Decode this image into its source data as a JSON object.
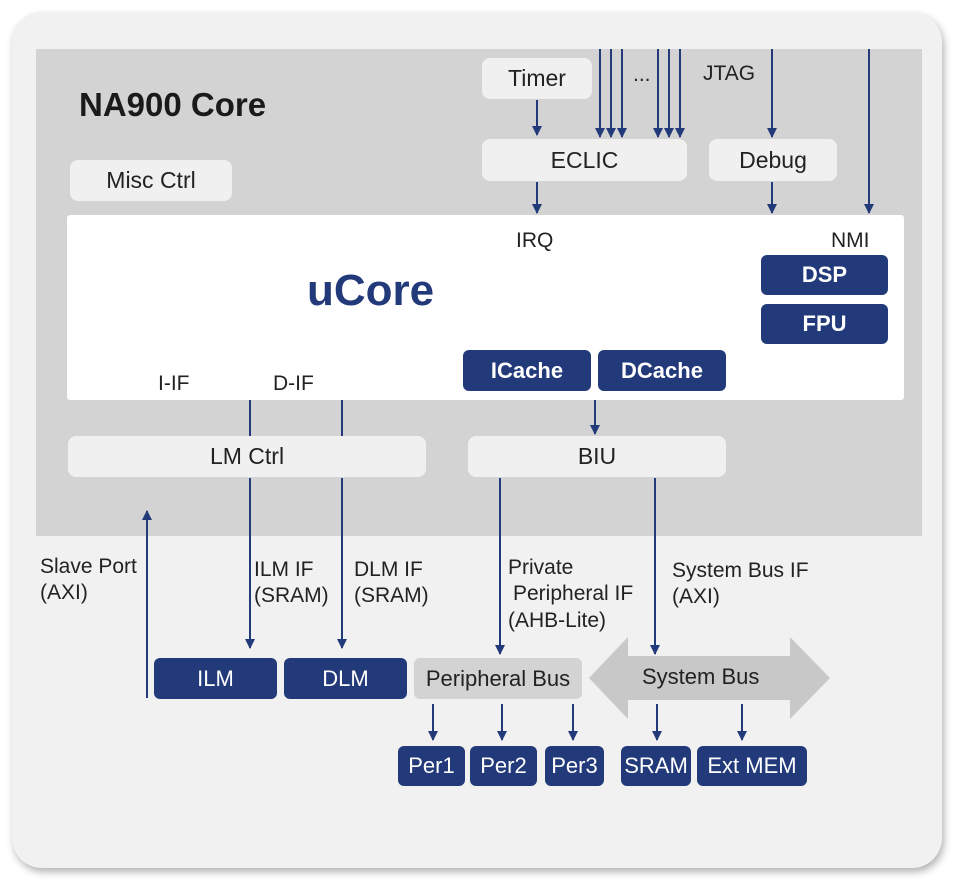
{
  "title": "NA900 Core",
  "ucore": "uCore",
  "blocks": {
    "timer": "Timer",
    "eclic": "ECLIC",
    "debug": "Debug",
    "misc_ctrl": "Misc Ctrl",
    "lm_ctrl": "LM Ctrl",
    "biu": "BIU",
    "peripheral_bus": "Peripheral Bus",
    "system_bus": "System Bus"
  },
  "units": {
    "dsp": "DSP",
    "fpu": "FPU",
    "icache": "ICache",
    "dcache": "DCache",
    "ilm": "ILM",
    "dlm": "DLM",
    "per1": "Per1",
    "per2": "Per2",
    "per3": "Per3",
    "sram": "SRAM",
    "ext_mem": "Ext MEM"
  },
  "labels": {
    "dots": "...",
    "jtag": "JTAG",
    "irq": "IRQ",
    "nmi": "NMI",
    "i_if": "I-IF",
    "d_if": "D-IF",
    "slave_port": [
      "Slave Port",
      "(AXI)"
    ],
    "ilm_if": [
      "ILM IF",
      "(SRAM)"
    ],
    "dlm_if": [
      "DLM IF",
      "(SRAM)"
    ],
    "private_periph": [
      "Private",
      "Peripheral IF",
      "(AHB-Lite)"
    ],
    "system_bus_if": [
      "System Bus IF",
      "(AXI)"
    ]
  },
  "colors": {
    "accent": "#233a7a",
    "core_bg": "#d3d3d3",
    "card_bg": "#f1f1f1",
    "block_bg": "#f0f0f0",
    "bus_arrow": "#c8c8c8"
  }
}
